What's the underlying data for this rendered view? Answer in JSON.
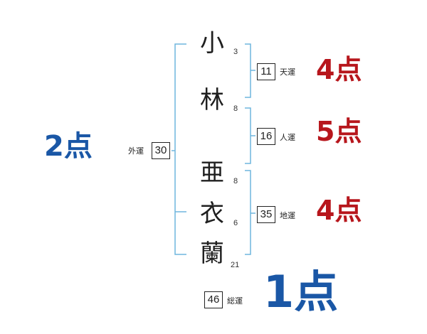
{
  "name_chars": [
    {
      "char": "小",
      "strokes": "3"
    },
    {
      "char": "林",
      "strokes": "8"
    },
    {
      "char": "亜",
      "strokes": "8"
    },
    {
      "char": "衣",
      "strokes": "6"
    },
    {
      "char": "蘭",
      "strokes": "21"
    }
  ],
  "fortunes": {
    "tenkaku": {
      "label": "天運",
      "value": "11",
      "score": "4点"
    },
    "jinkaku": {
      "label": "人運",
      "value": "16",
      "score": "5点"
    },
    "chikaku": {
      "label": "地運",
      "value": "35",
      "score": "4点"
    },
    "gaikaku": {
      "label": "外運",
      "value": "30",
      "score": "2点"
    },
    "soukaku": {
      "label": "総運",
      "value": "46",
      "score": "1点"
    }
  },
  "colors": {
    "bracket": "#6fb6dd",
    "score_red": "#b7161c",
    "score_blue": "#1a57a6"
  }
}
